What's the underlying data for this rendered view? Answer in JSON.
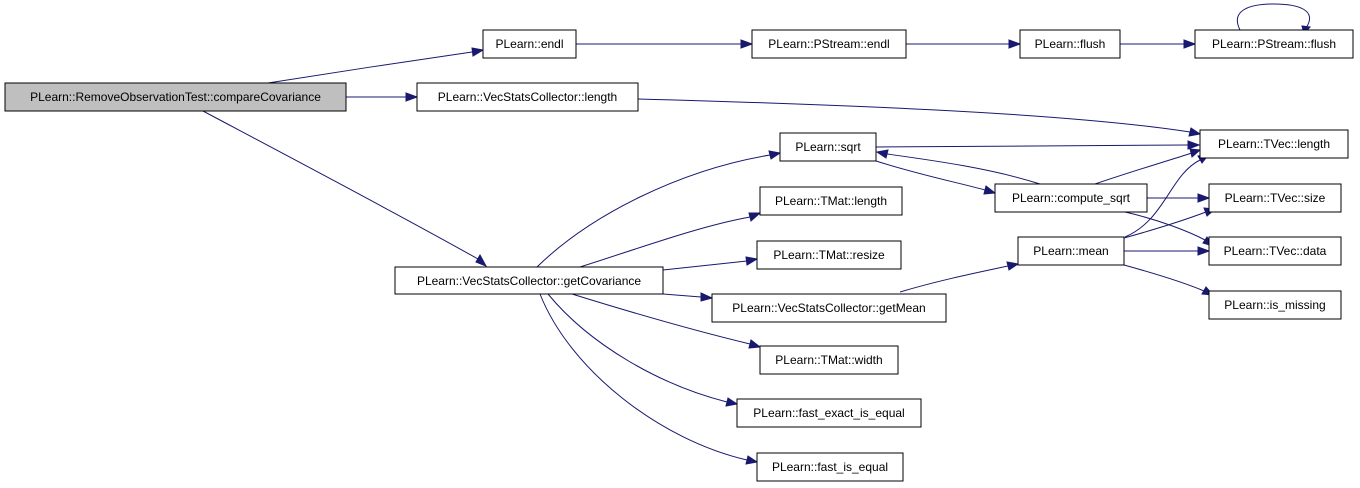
{
  "colors": {
    "edge": "#191970",
    "node_border": "#000000",
    "node_fill": "#ffffff",
    "root_fill": "#bfbfbf"
  },
  "nodes": {
    "compareCovariance": "PLearn::RemoveObservationTest::compareCovariance",
    "endl": "PLearn::endl",
    "vscLength": "PLearn::VecStatsCollector::length",
    "getCovariance": "PLearn::VecStatsCollector::getCovariance",
    "pstreamEndl": "PLearn::PStream::endl",
    "flush": "PLearn::flush",
    "pstreamFlush": "PLearn::PStream::flush",
    "tvecLength": "PLearn::TVec::length",
    "sqrt": "PLearn::sqrt",
    "computeSqrt": "PLearn::compute_sqrt",
    "tvecSize": "PLearn::TVec::size",
    "tvecData": "PLearn::TVec::data",
    "tmatLength": "PLearn::TMat::length",
    "tmatResize": "PLearn::TMat::resize",
    "getMean": "PLearn::VecStatsCollector::getMean",
    "mean": "PLearn::mean",
    "isMissing": "PLearn::is_missing",
    "tmatWidth": "PLearn::TMat::width",
    "fastExactIsEqual": "PLearn::fast_exact_is_equal",
    "fastIsEqual": "PLearn::fast_is_equal"
  }
}
